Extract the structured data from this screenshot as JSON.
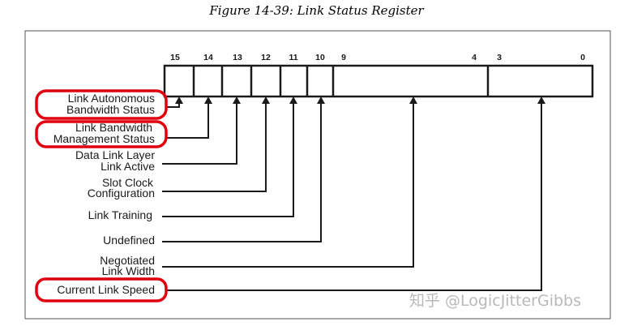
{
  "caption": "Figure 14-39: Link Status Register",
  "bit_labels": [
    "15",
    "14",
    "13",
    "12",
    "11",
    "10",
    "9",
    "4",
    "3",
    "0"
  ],
  "fields": [
    {
      "lines": [
        "Link Autonomous",
        "Bandwidth Status"
      ],
      "highlighted": true
    },
    {
      "lines": [
        "Link Bandwidth",
        "Management Status"
      ],
      "highlighted": true
    },
    {
      "lines": [
        "Data Link Layer",
        "Link Active"
      ],
      "highlighted": false
    },
    {
      "lines": [
        "Slot Clock",
        "Configuration"
      ],
      "highlighted": false
    },
    {
      "lines": [
        "Link Training"
      ],
      "highlighted": false
    },
    {
      "lines": [
        "Undefined"
      ],
      "highlighted": false
    },
    {
      "lines": [
        "Negotiated",
        "Link Width"
      ],
      "highlighted": false
    },
    {
      "lines": [
        "Current Link Speed"
      ],
      "highlighted": true
    }
  ],
  "watermark": "知乎 @LogicJitterGibbs",
  "colors": {
    "highlight": "#e0000f",
    "line": "#1a1a1a"
  }
}
